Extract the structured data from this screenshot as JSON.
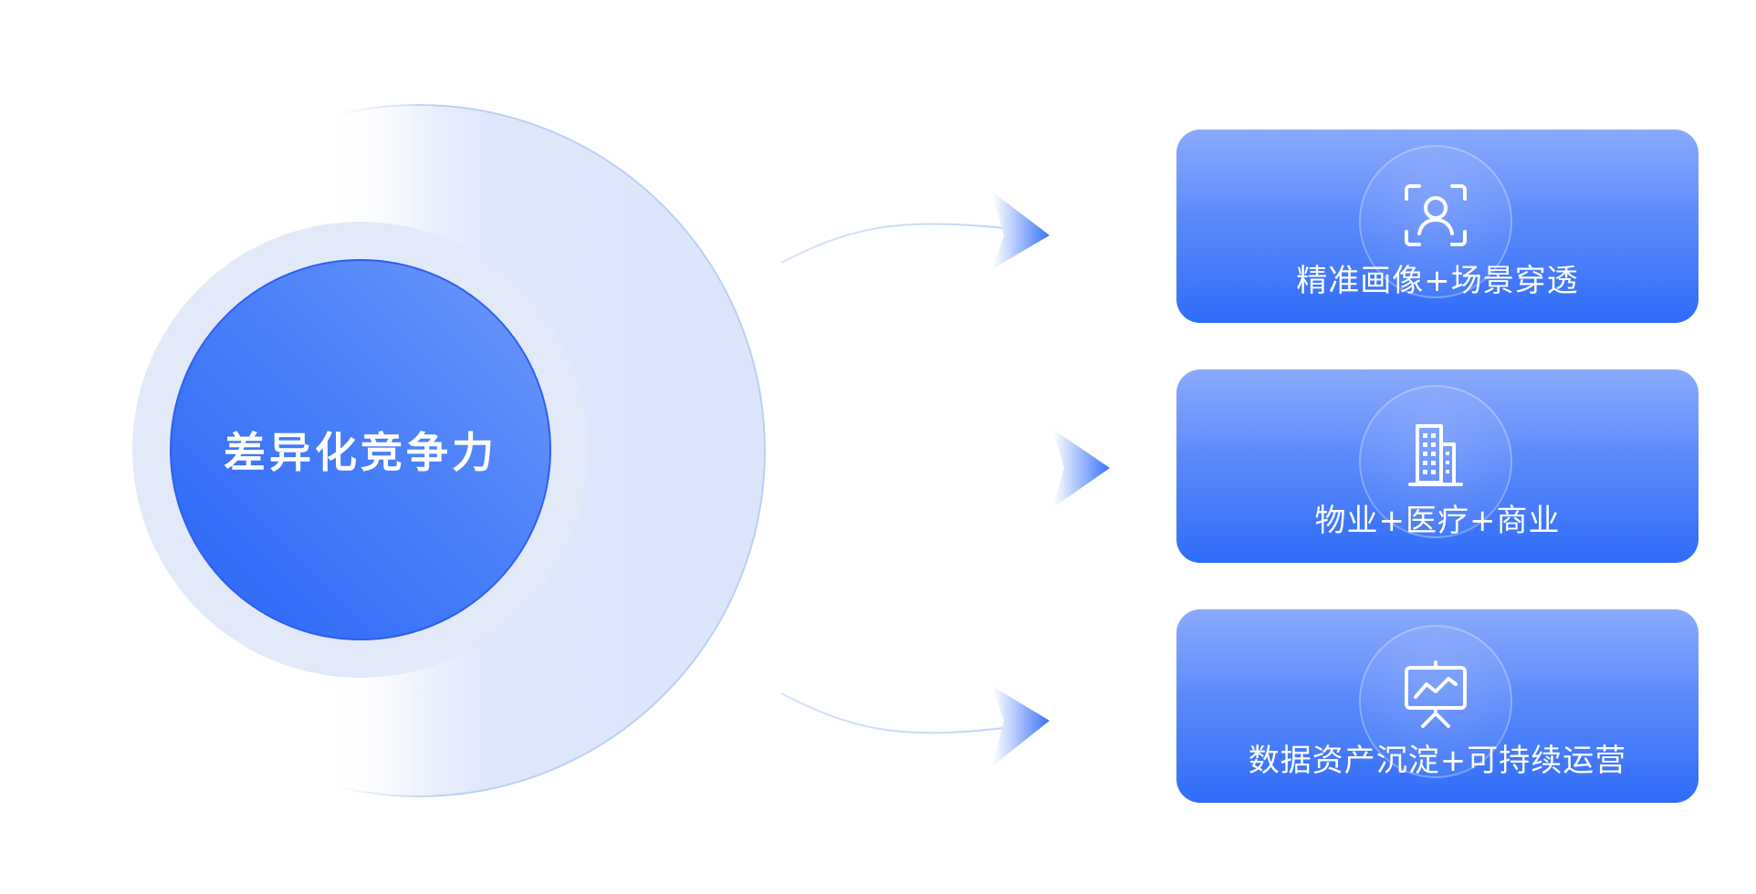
{
  "center": {
    "label": "差异化竞争力"
  },
  "cards": [
    {
      "icon": "person-scan-icon",
      "label": "精准画像+场景穿透"
    },
    {
      "icon": "building-icon",
      "label": "物业+医疗+商业"
    },
    {
      "icon": "presentation-chart-icon",
      "label": "数据资产沉淀+可持续运营"
    }
  ],
  "colors": {
    "primary_blue": "#2f6cf8",
    "light_blue": "#8aaafd",
    "pale_ring": "#e2e9f8"
  }
}
